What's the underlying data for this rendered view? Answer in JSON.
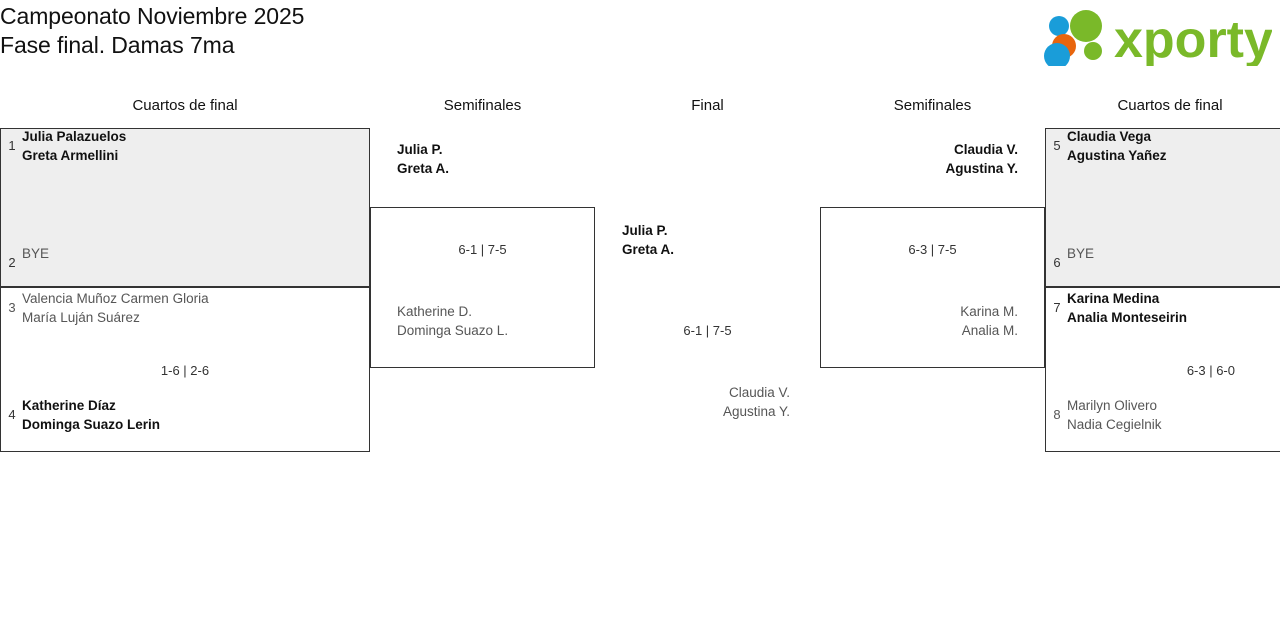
{
  "header": {
    "title": "Campeonato Noviembre 2025\nFase final. Damas 7ma",
    "logo": {
      "name": "xporty",
      "wordmark": "xporty",
      "colors": {
        "green": "#7ab929",
        "orange": "#e8650d",
        "blue": "#1a9dd9"
      }
    }
  },
  "rounds": {
    "qf_left": "Cuartos de final",
    "sf_left": "Semifinales",
    "final": "Final",
    "sf_right": "Semifinales",
    "qf_right": "Cuartos de final"
  },
  "bracket": {
    "qf1": {
      "top": {
        "seed": "1",
        "names": "Julia Palazuelos\nGreta Armellini",
        "state": "winner"
      },
      "bottom": {
        "seed": "2",
        "names": "BYE",
        "state": "bye"
      },
      "score": ""
    },
    "qf2": {
      "top": {
        "seed": "3",
        "names": "Valencia Muñoz Carmen Gloria\nMaría Luján Suárez",
        "state": "loser"
      },
      "bottom": {
        "seed": "4",
        "names": "Katherine Díaz\nDominga Suazo Lerin",
        "state": "winner"
      },
      "score": "1-6 | 2-6"
    },
    "qf3": {
      "top": {
        "seed": "5",
        "names": "Claudia Vega\nAgustina Yañez",
        "state": "winner"
      },
      "bottom": {
        "seed": "6",
        "names": "BYE",
        "state": "bye"
      },
      "score": ""
    },
    "qf4": {
      "top": {
        "seed": "7",
        "names": "Karina Medina\nAnalia Monteseirin",
        "state": "winner"
      },
      "bottom": {
        "seed": "8",
        "names": "Marilyn Olivero\nNadia Cegielnik",
        "state": "loser"
      },
      "score": "6-3 | 6-0"
    },
    "sf_left": {
      "top": {
        "seed": "",
        "names": "Julia P.\nGreta A.",
        "state": "winner"
      },
      "bottom": {
        "seed": "",
        "names": "Katherine D.\nDominga Suazo L.",
        "state": "loser"
      },
      "score": "6-1 | 7-5"
    },
    "sf_right": {
      "top": {
        "seed": "",
        "names": "Claudia V.\nAgustina Y.",
        "state": "winner"
      },
      "bottom": {
        "seed": "",
        "names": "Karina M.\nAnalia M.",
        "state": "loser"
      },
      "score": "6-3 | 7-5"
    },
    "final": {
      "top": {
        "seed": "",
        "names": "Julia P.\nGreta A.",
        "state": "winner"
      },
      "bottom": {
        "seed": "",
        "names": "Claudia V.\nAgustina Y.",
        "state": "loser"
      },
      "score": "6-1 | 7-5"
    }
  }
}
